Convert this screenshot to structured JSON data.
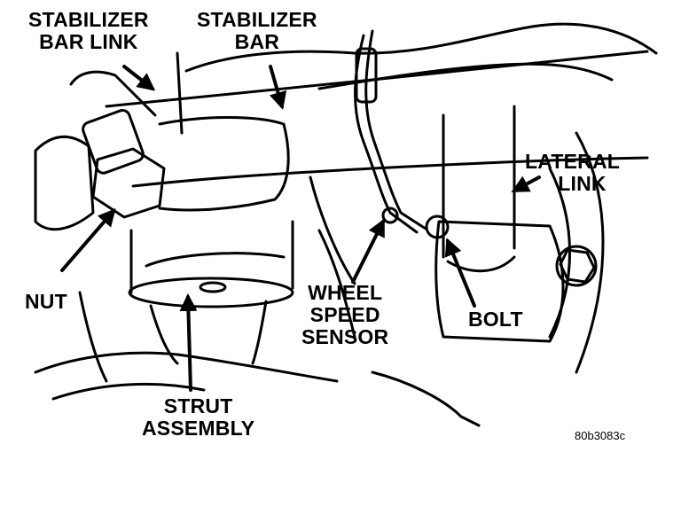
{
  "labels": {
    "stabilizer_bar_link": [
      "STABILIZER",
      "BAR LINK"
    ],
    "stabilizer_bar": [
      "STABILIZER",
      "BAR"
    ],
    "lateral_link": [
      "LATERAL",
      "LINK"
    ],
    "nut": "NUT",
    "wheel_speed_sensor": [
      "WHEEL",
      "SPEED",
      "SENSOR"
    ],
    "bolt": "BOLT",
    "strut_assembly": [
      "STRUT",
      "ASSEMBLY"
    ]
  },
  "figure_code": "80b3083c",
  "colors": {
    "ink": "#000000",
    "paper": "#ffffff"
  }
}
